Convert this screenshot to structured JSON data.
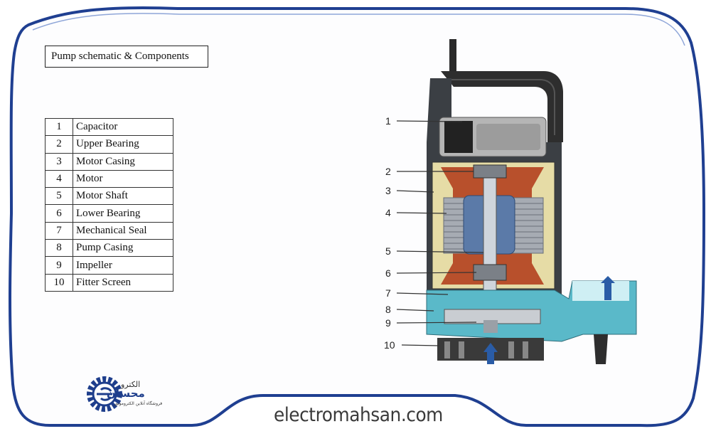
{
  "title": "Pump schematic & Components",
  "components": [
    {
      "num": "1",
      "name": "Capacitor"
    },
    {
      "num": "2",
      "name": "Upper Bearing"
    },
    {
      "num": "3",
      "name": "Motor Casing"
    },
    {
      "num": "4",
      "name": "Motor"
    },
    {
      "num": "5",
      "name": "Motor Shaft"
    },
    {
      "num": "6",
      "name": "Lower Bearing"
    },
    {
      "num": "7",
      "name": "Mechanical Seal"
    },
    {
      "num": "8",
      "name": "Pump Casing"
    },
    {
      "num": "9",
      "name": "Impeller"
    },
    {
      "num": "10",
      "name": "Fitter Screen"
    }
  ],
  "website": "electromahsan.com",
  "logo": {
    "line1": "الکترو",
    "line2": "محسان",
    "line3": "فروشگاه آنلاین الکتروموتور"
  },
  "colors": {
    "frame_blue": "#1f3f91",
    "frame_fill": "#fdfdfe",
    "water": "#5ab9c9",
    "copper": "#b8502c",
    "sand": "#e6dca6"
  }
}
